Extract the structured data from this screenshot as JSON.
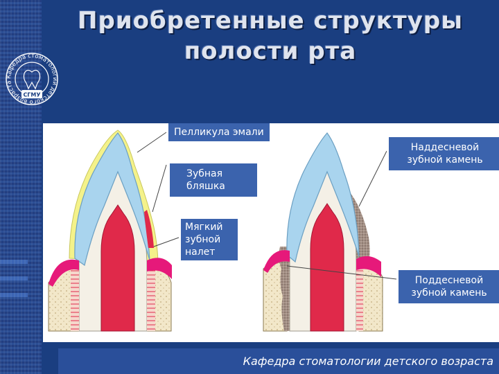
{
  "title": {
    "line1": "Приобретенные структуры",
    "line2": "полости рта"
  },
  "seal": {
    "ring_text": "Кафедра стоматологии детского возраста",
    "badge": "СГМУ"
  },
  "labels": {
    "pellicle": "Пелликула эмали",
    "plaque_1": "Зубная",
    "plaque_2": "бляшка",
    "soft_1": "Мягкий",
    "soft_2": "зубной",
    "soft_3": "налет",
    "supra_1": "Наддесневой",
    "supra_2": "зубной камень",
    "sub_1": "Поддесневой",
    "sub_2": "зубной камень"
  },
  "footer": "Кафедра стоматологии детского возраста",
  "colors": {
    "background": "#1a3e80",
    "label_bg": "#3b63ad",
    "enamel": "#a9d4ee",
    "dentin": "#f4f0e6",
    "pulp": "#e0294a",
    "gum": "#e6197a",
    "bone": "#f2e7c9",
    "plaque_yellow": "#f4f28a",
    "calculus": "#a38f84"
  }
}
